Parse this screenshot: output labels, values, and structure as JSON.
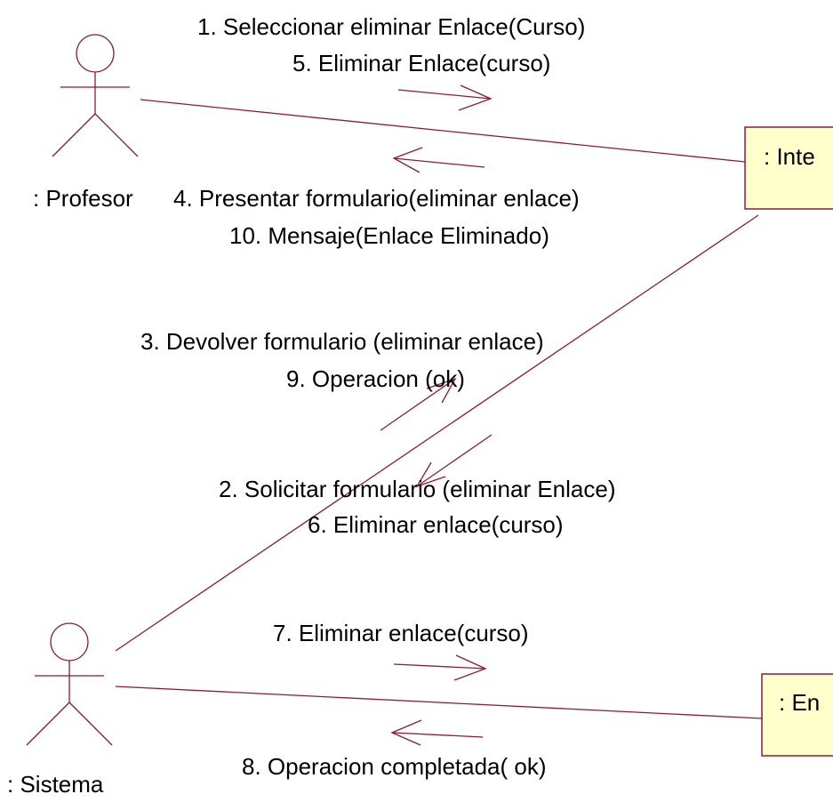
{
  "diagram": {
    "colors": {
      "line": "#8b1a3a",
      "object_fill": "#ffffcc",
      "text": "#000000"
    },
    "actors": {
      "profesor": {
        "label": ": Profesor"
      },
      "sistema": {
        "label": ": Sistema"
      }
    },
    "objects": {
      "interfaz": {
        "label": ": Inte"
      },
      "enlace": {
        "label": ": En"
      }
    },
    "messages": {
      "m1": "1. Seleccionar eliminar Enlace(Curso)",
      "m5": "5. Eliminar Enlace(curso)",
      "m4": "4. Presentar formulario(eliminar enlace)",
      "m10": "10. Mensaje(Enlace Eliminado)",
      "m3": "3. Devolver formulario (eliminar enlace)",
      "m9": "9. Operacion (ok)",
      "m2": "2. Solicitar formulario (eliminar Enlace)",
      "m6": "6. Eliminar enlace(curso)",
      "m7": "7. Eliminar enlace(curso)",
      "m8": "8. Operacion completada( ok)"
    }
  }
}
